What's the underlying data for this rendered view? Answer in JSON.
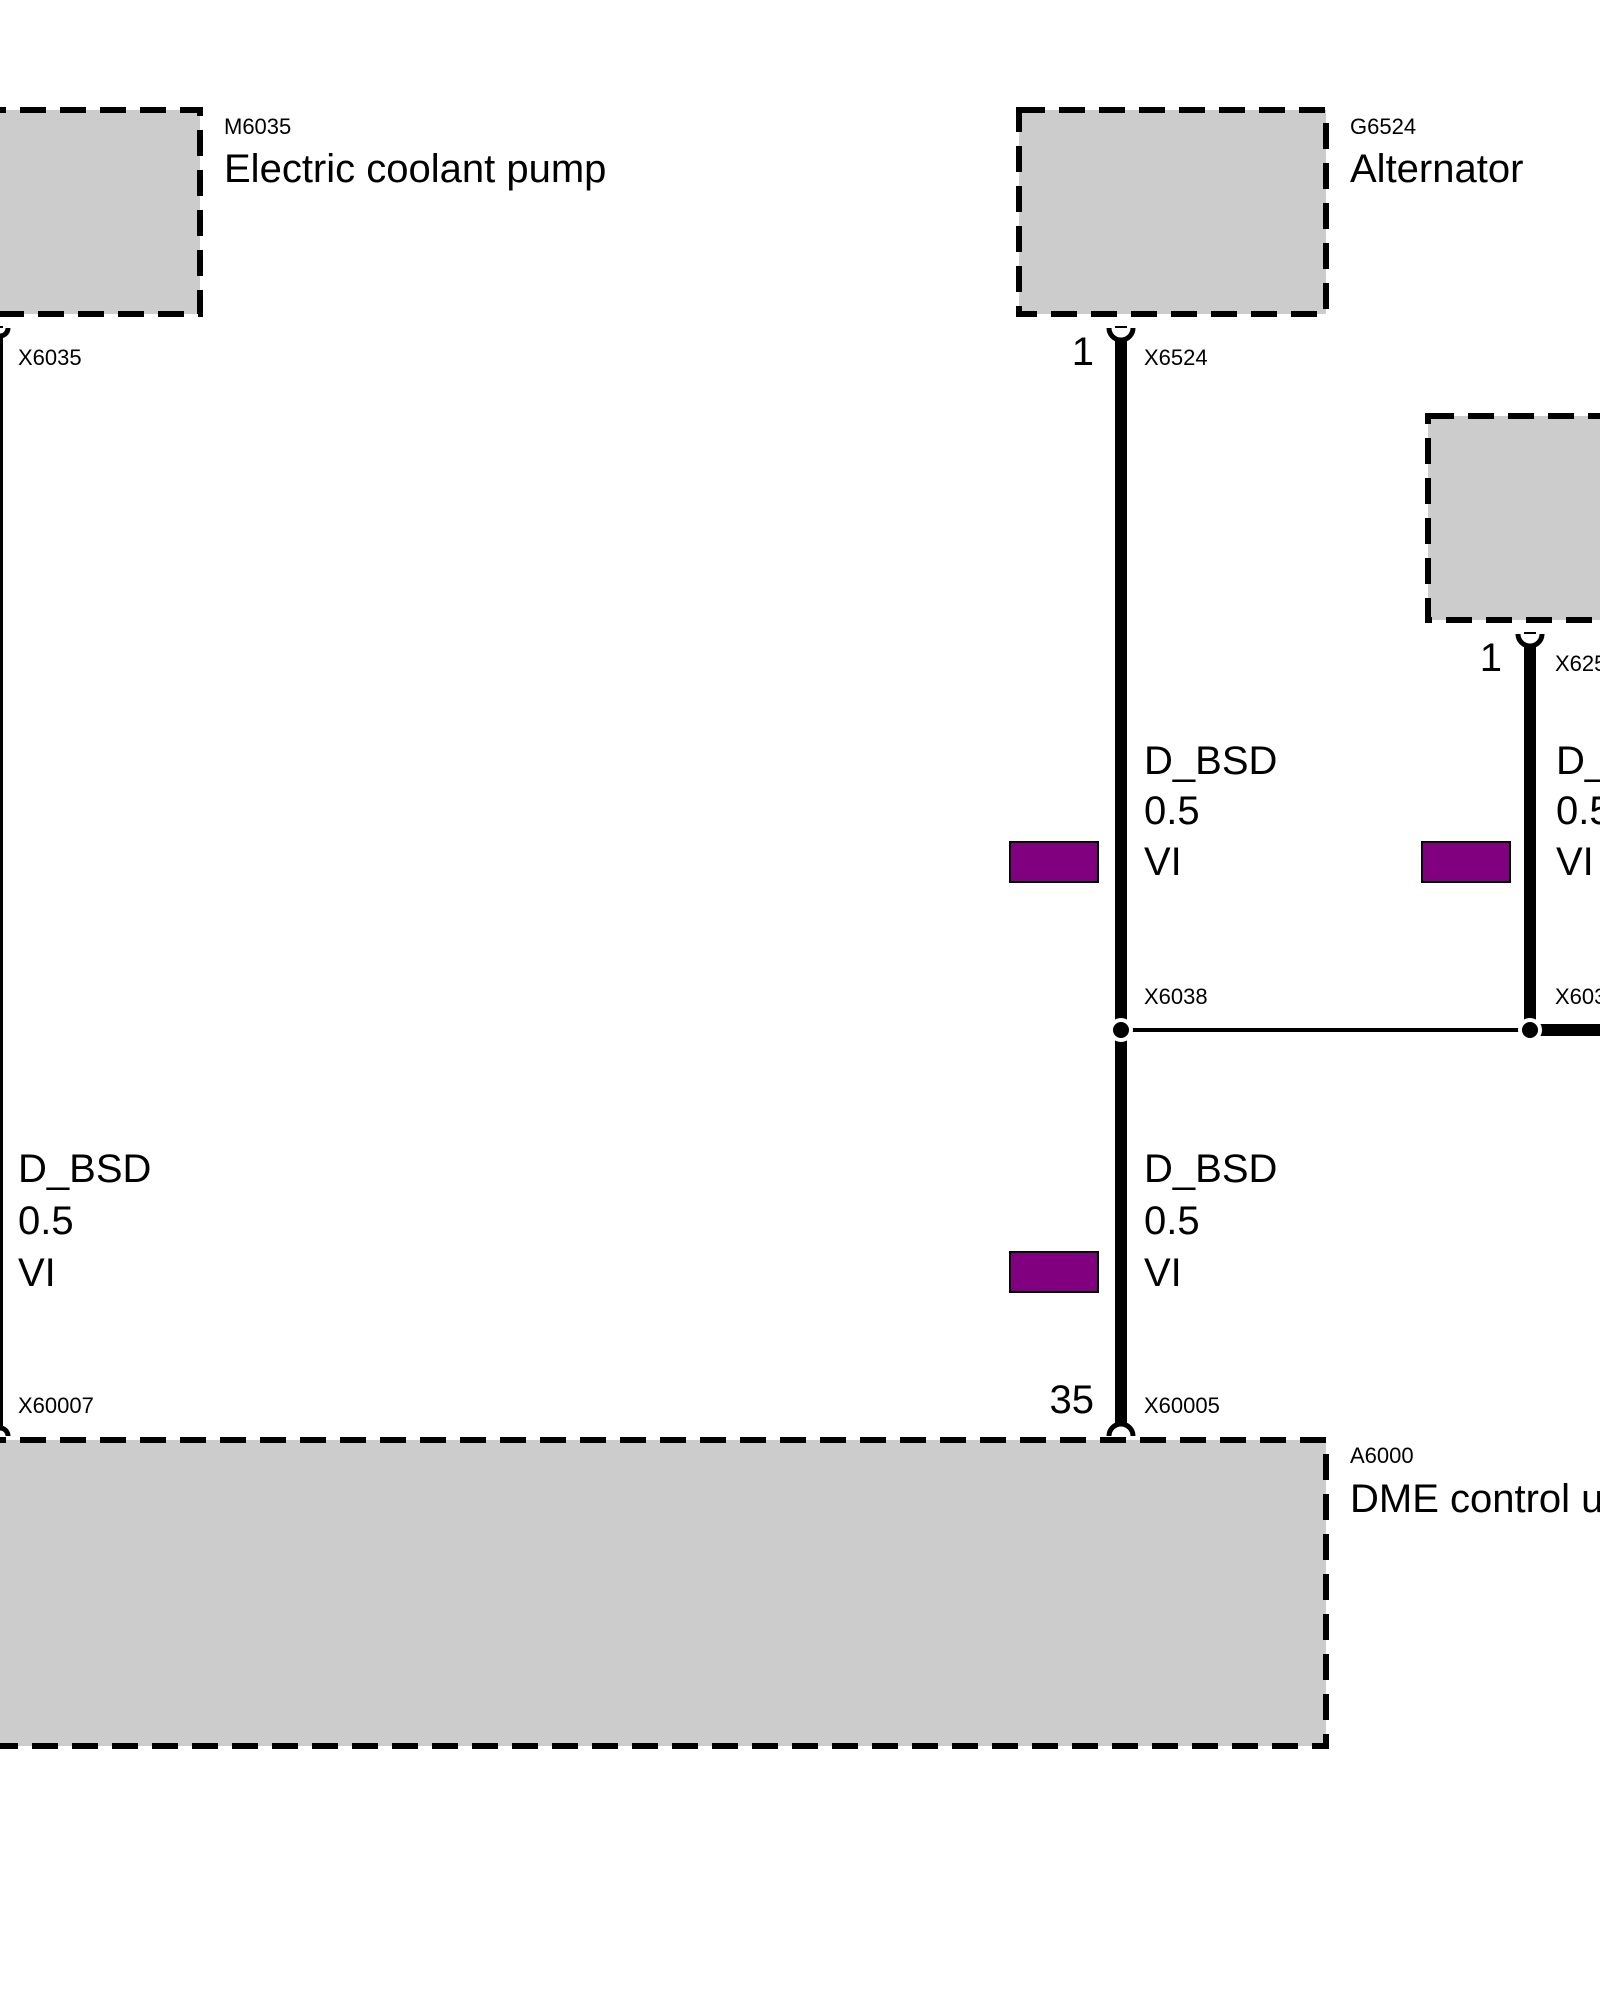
{
  "components": {
    "coolant_pump": {
      "id": "M6035",
      "name": "Electric coolant pump"
    },
    "alternator": {
      "id": "G6524",
      "name": "Alternator"
    },
    "third_component": {
      "id": "",
      "name": ""
    },
    "dme": {
      "id": "A6000",
      "name": "DME control u"
    }
  },
  "connectors": {
    "pump_top": "X6035",
    "alt_top": "X6524",
    "alt_top_pin": "1",
    "third_top": "X625",
    "third_top_pin": "1",
    "splice_left": "X6038",
    "splice_right": "X603",
    "pump_bottom": "X60007",
    "dme_top": "X60005",
    "dme_top_pin": "35"
  },
  "wires": {
    "alt_upper": {
      "signal": "D_BSD",
      "gauge": "0.5",
      "color_code": "VI"
    },
    "third_upper": {
      "signal": "D_",
      "gauge": "0.5",
      "color_code": "VI"
    },
    "pump_wire": {
      "signal": "D_BSD",
      "gauge": "0.5",
      "color_code": "VI"
    },
    "alt_lower": {
      "signal": "D_BSD",
      "gauge": "0.5",
      "color_code": "VI"
    }
  },
  "colors": {
    "box_fill": "#cccccc",
    "wire": "#000000",
    "violet_swatch": "#800080"
  }
}
